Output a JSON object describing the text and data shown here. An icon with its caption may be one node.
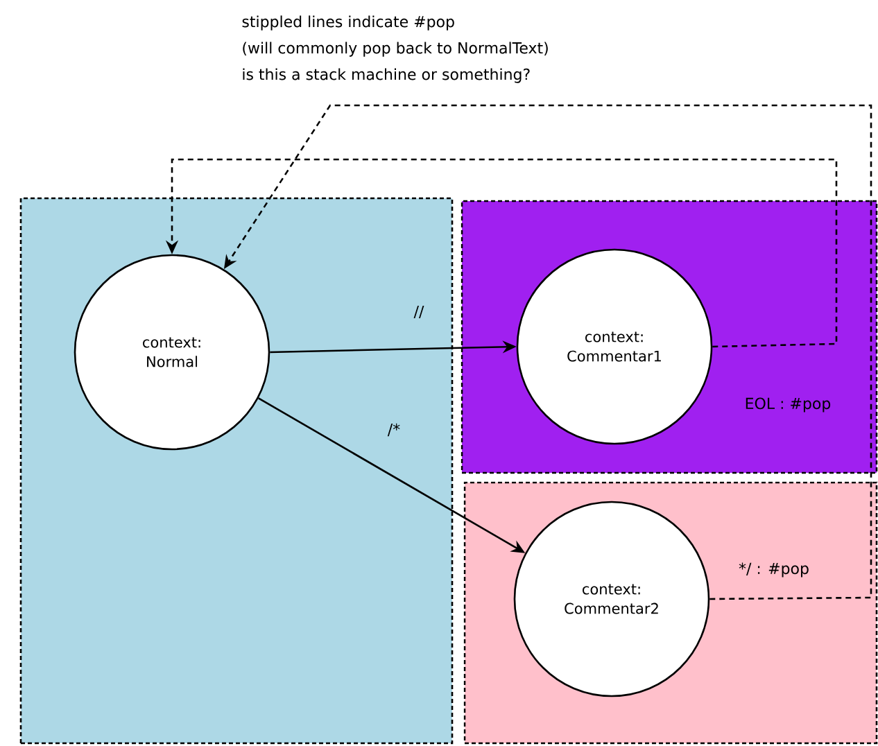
{
  "diagram": {
    "nodes": [
      {
        "text": [],
        "shape": "box"
      },
      {
        "text": [],
        "shape": "box"
      },
      {
        "text": [],
        "shape": "box"
      },
      {
        "text": [
          "context: Normal"
        ],
        "in": 0
      },
      {
        "text": [
          "context: Commentar1"
        ],
        "in": 1
      },
      {
        "text": [
          "context: Commentar2"
        ],
        "in": 2
      }
    ],
    "edges": [
      {
        "from": 3,
        "to": 4,
        "arrow": "to",
        "label": "//"
      },
      {
        "from": 3,
        "to": 5,
        "arrow": "to",
        "label": "/*"
      },
      {
        "from": 4,
        "to": 3,
        "arrow": "to",
        "label": "EOL : #pop",
        "style": "dashed"
      },
      {
        "from": 5,
        "to": 3,
        "arrow": "to",
        "label": "*/ : #pop",
        "style": "dashed"
      }
    ],
    "labels": [
      "stippled lines indicate #pop",
      "(will commonly pop back to NormalText)",
      "is this a stack machine or something?"
    ]
  }
}
